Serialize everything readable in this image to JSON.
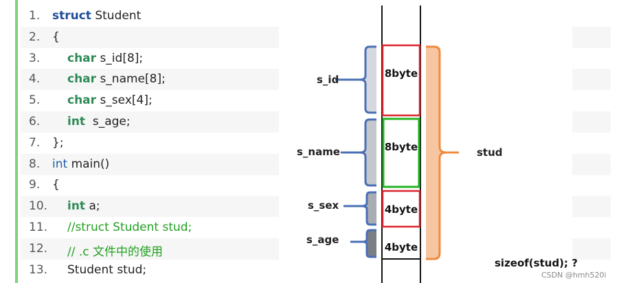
{
  "code": {
    "lines": [
      {
        "num": "1.",
        "segments": [
          {
            "t": "struct",
            "c": "kw-blue"
          },
          {
            "t": " Student",
            "c": ""
          }
        ]
      },
      {
        "num": "2.",
        "segments": [
          {
            "t": "{",
            "c": ""
          }
        ]
      },
      {
        "num": "3.",
        "indent": true,
        "segments": [
          {
            "t": "char",
            "c": "kw-green"
          },
          {
            "t": " s_id[8];",
            "c": ""
          }
        ]
      },
      {
        "num": "4.",
        "indent": true,
        "segments": [
          {
            "t": "char",
            "c": "kw-green"
          },
          {
            "t": " s_name[8];",
            "c": ""
          }
        ]
      },
      {
        "num": "5.",
        "indent": true,
        "segments": [
          {
            "t": "char",
            "c": "kw-green"
          },
          {
            "t": " s_sex[4];",
            "c": ""
          }
        ]
      },
      {
        "num": "6.",
        "indent": true,
        "segments": [
          {
            "t": "int",
            "c": "kw-green"
          },
          {
            "t": "  s_age;",
            "c": ""
          }
        ]
      },
      {
        "num": "7.",
        "segments": [
          {
            "t": "};",
            "c": ""
          }
        ]
      },
      {
        "num": "8.",
        "segments": [
          {
            "t": "int",
            "c": "kw-blue-n"
          },
          {
            "t": " main()",
            "c": ""
          }
        ]
      },
      {
        "num": "9.",
        "segments": [
          {
            "t": "{",
            "c": ""
          }
        ]
      },
      {
        "num": "10.",
        "indent": true,
        "segments": [
          {
            "t": "int",
            "c": "kw-green"
          },
          {
            "t": " a;",
            "c": ""
          }
        ]
      },
      {
        "num": "11.",
        "indent": true,
        "segments": [
          {
            "t": "//struct Student stud;",
            "c": "comment"
          }
        ]
      },
      {
        "num": "12.",
        "indent": true,
        "segments": [
          {
            "t": "// .c 文件中的使用",
            "c": "comment"
          }
        ]
      },
      {
        "num": "13.",
        "indent": true,
        "segments": [
          {
            "t": "Student stud;",
            "c": ""
          }
        ]
      }
    ]
  },
  "diagram": {
    "fields": [
      {
        "label": "s_id",
        "size": "8byte",
        "box_color": "#d9232a",
        "brace_color": "#4a6fb5",
        "fill": "#d5d8de"
      },
      {
        "label": "s_name",
        "size": "8byte",
        "box_color": "#22b422",
        "brace_color": "#4a6fb5",
        "fill": "#c4c7cc"
      },
      {
        "label": "s_sex",
        "size": "4byte",
        "box_color": "#d9232a",
        "brace_color": "#4a6fb5",
        "fill": "#a9acb1"
      },
      {
        "label": "s_age",
        "size": "4byte",
        "box_color": "#111111",
        "brace_color": "#4a6fb5",
        "fill": "#7b7e83"
      }
    ],
    "struct_label": "stud",
    "struct_brace_color": "#f08a3c",
    "struct_fill": "#f6c6a2",
    "question": "sizeof(stud); ?",
    "watermark": "CSDN @hmh520i"
  }
}
